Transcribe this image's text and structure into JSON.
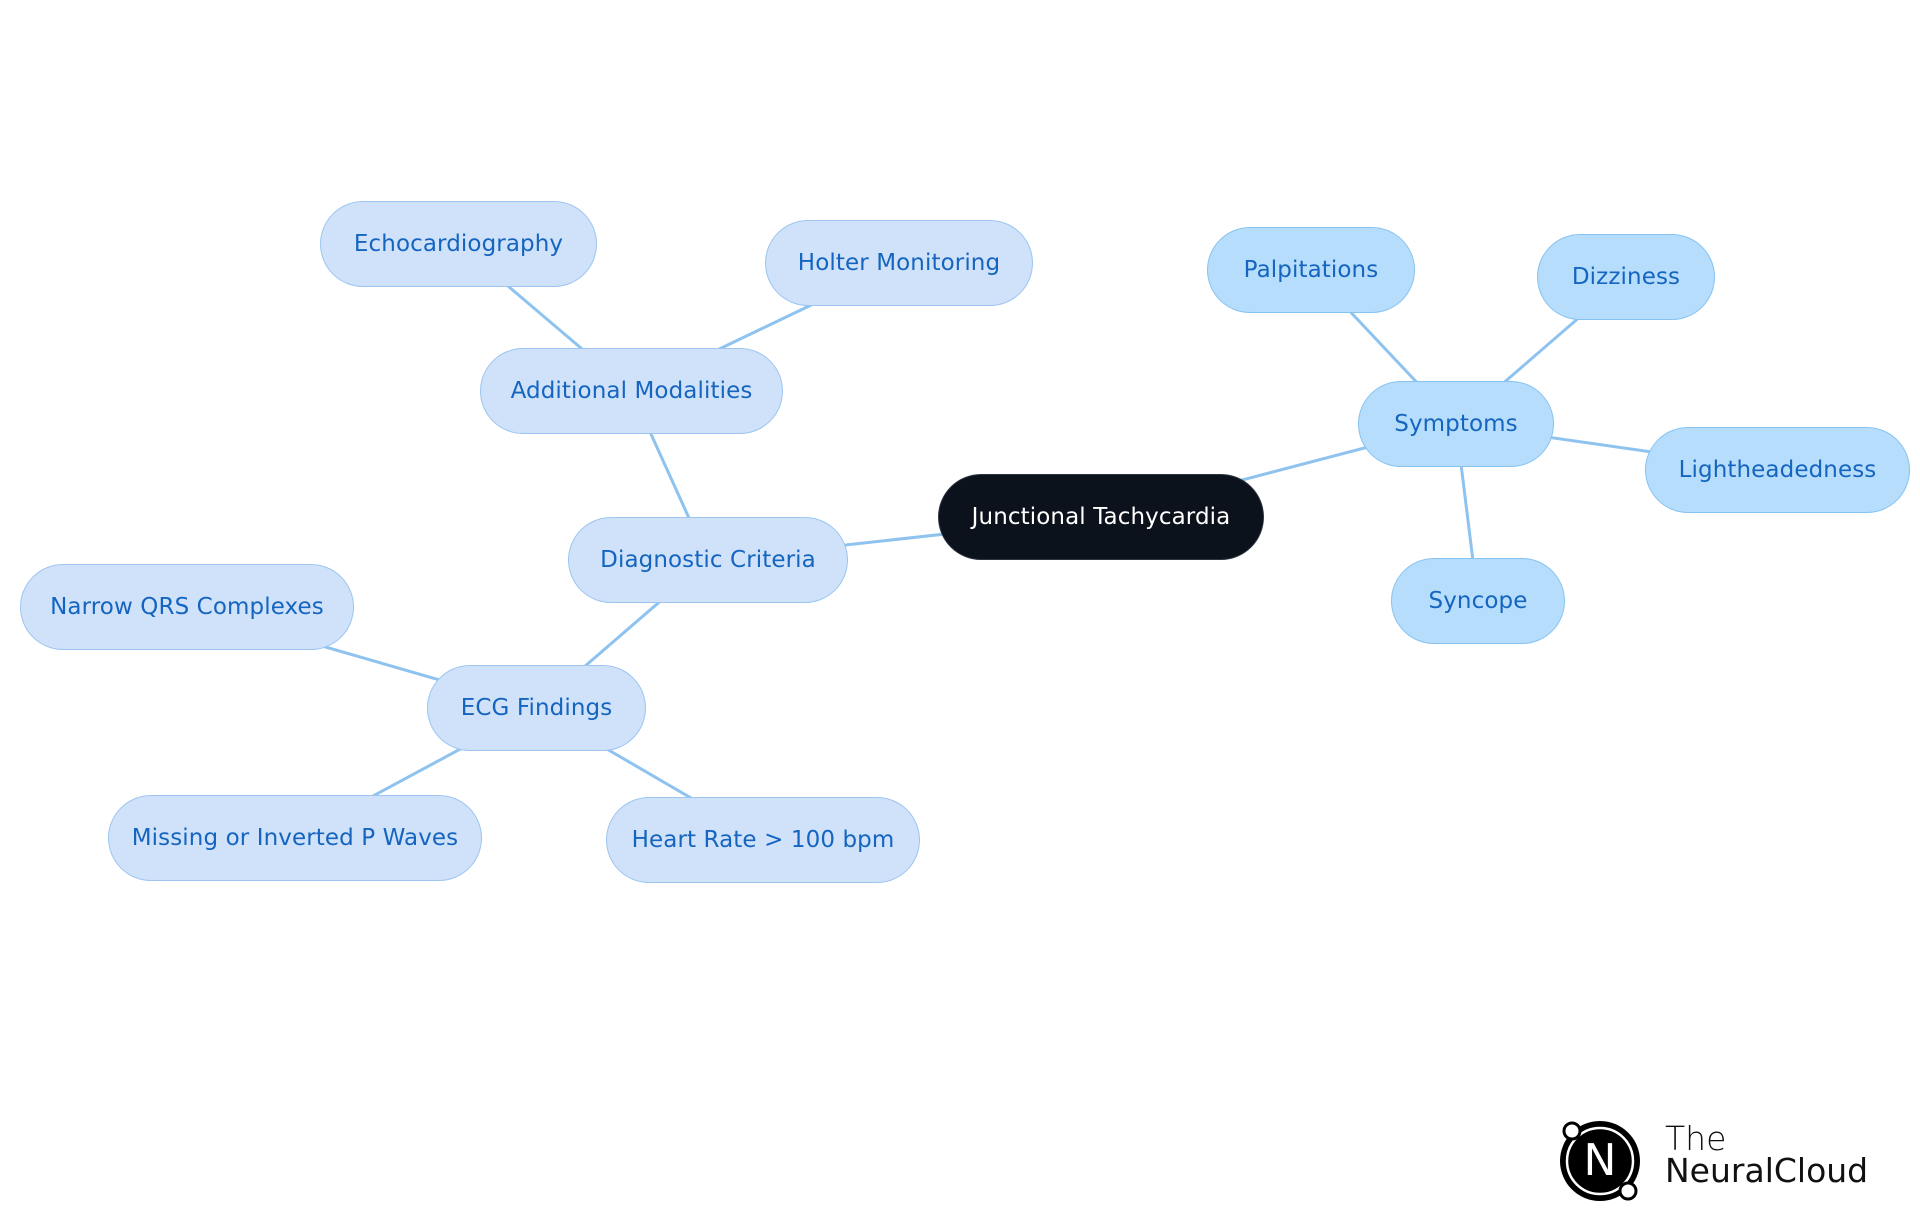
{
  "diagram": {
    "root": {
      "id": "root",
      "label": "Junctional Tachycardia"
    },
    "nodes": [
      {
        "id": "diag",
        "parent": "root",
        "label": "Diagnostic Criteria"
      },
      {
        "id": "addmod",
        "parent": "diag",
        "label": "Additional Modalities"
      },
      {
        "id": "echo",
        "parent": "addmod",
        "label": "Echocardiography"
      },
      {
        "id": "holter",
        "parent": "addmod",
        "label": "Holter Monitoring"
      },
      {
        "id": "ecg",
        "parent": "diag",
        "label": "ECG Findings"
      },
      {
        "id": "qrs",
        "parent": "ecg",
        "label": "Narrow QRS Complexes"
      },
      {
        "id": "pwave",
        "parent": "ecg",
        "label": "Missing or Inverted P Waves"
      },
      {
        "id": "hr",
        "parent": "ecg",
        "label": "Heart Rate > 100 bpm"
      },
      {
        "id": "sym",
        "parent": "root",
        "label": "Symptoms"
      },
      {
        "id": "palp",
        "parent": "sym",
        "label": "Palpitations"
      },
      {
        "id": "dizz",
        "parent": "sym",
        "label": "Dizziness"
      },
      {
        "id": "light",
        "parent": "sym",
        "label": "Lightheadedness"
      },
      {
        "id": "sync",
        "parent": "sym",
        "label": "Syncope"
      }
    ]
  },
  "colors": {
    "root_fill": "#0c121b",
    "diagnostic_branch_fill": "#cfe2f9",
    "symptoms_branch_fill": "#b6ddfb",
    "node_text": "#1565c0",
    "edge": "#8ec3ef"
  },
  "branding": {
    "logo_letter": "N",
    "line1": "The",
    "line2": "NeuralCloud"
  }
}
